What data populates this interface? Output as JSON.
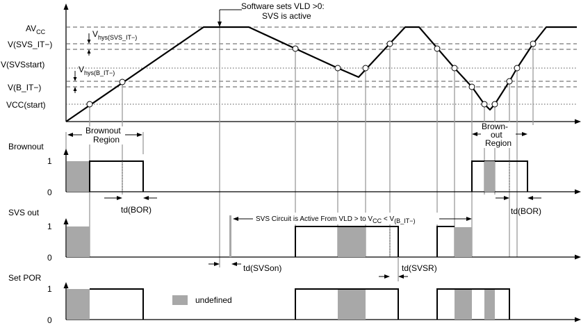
{
  "labels": {
    "avcc_main": "AV",
    "avcc_sub": "CC",
    "vsvs_it_main": "V",
    "vsvs_it_sub": "(SVS_IT−)",
    "vsvsstart_main": "V",
    "vsvsstart_sub": "(SVSstart)",
    "vb_it_main": "V",
    "vb_it_sub": "(B_IT−)",
    "vccstart_main": "V",
    "vccstart_sub": "CC(start)",
    "vhys_svs_main": "V",
    "vhys_svs_sub": "hys(SVS_IT−)",
    "vhys_b_main": "V",
    "vhys_b_sub": "hys(B_IT−)",
    "software_line1": "Software sets VLD >0:",
    "software_line2": "SVS is active",
    "brownout_region_1": "Brownout",
    "brownout_region_2": "Region",
    "brownout2_line1": "Brown-",
    "brownout2_line2": "out",
    "brownout2_line3": "Region",
    "svs_active_text": "SVS Circuit is Active From VLD > to V",
    "svs_active_cc": "CC",
    "svs_active_lt": " < V",
    "svs_active_sub": "(B_IT−)",
    "td_bor_1_main": "t",
    "td_bor_1_sub": "d(BOR)",
    "td_bor_2_main": "t",
    "td_bor_2_sub": "d(BOR)",
    "td_svson_main": "t",
    "td_svson_sub": "d(SVSon)",
    "td_svsr_main": "t",
    "td_svsr_sub": "d(SVSR)",
    "legend_undefined": "undefined"
  },
  "signals": [
    {
      "name": "Brownout",
      "high": "1",
      "low": "0"
    },
    {
      "name": "SVS out",
      "high": "1",
      "low": "0"
    },
    {
      "name": "Set POR",
      "high": "1",
      "low": "0"
    }
  ],
  "colors": {
    "undefined_fill": "#a8a8a8",
    "guide_line": "#9a9a9a"
  }
}
